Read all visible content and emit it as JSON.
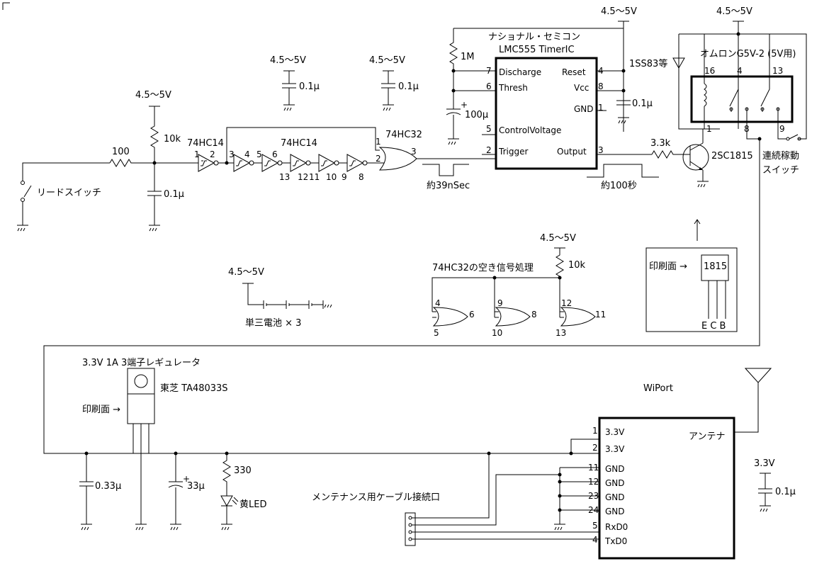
{
  "supply": {
    "v45": "4.5～5V",
    "v33": "3.3V"
  },
  "input": {
    "reed_switch": "リードスイッチ",
    "r_series": "100",
    "r_pullup": "10k",
    "cap": "0.1μ"
  },
  "logic": {
    "hc14_a": "74HC14",
    "hc14_b": "74HC14",
    "hc32": "74HC32",
    "pins": [
      "1",
      "2",
      "3",
      "4",
      "5",
      "6",
      "13",
      "12",
      "11",
      "10",
      "9",
      "8"
    ],
    "hc32_pins": [
      "1",
      "2",
      "3"
    ]
  },
  "bypass": {
    "cap1": "0.1μ",
    "cap2": "0.1μ",
    "cap3": "0.1μ",
    "cap_wiport": "0.1μ"
  },
  "timer": {
    "maker": "ナショナル・セミコン",
    "part": "LMC555 TimerIC",
    "pins_left": [
      {
        "num": "7",
        "name": "Discharge"
      },
      {
        "num": "6",
        "name": "Thresh"
      },
      {
        "num": "5",
        "name": "ControlVoltage"
      },
      {
        "num": "2",
        "name": "Trigger"
      }
    ],
    "pins_right": [
      {
        "num": "4",
        "name": "Reset"
      },
      {
        "num": "8",
        "name": "Vcc"
      },
      {
        "num": "1",
        "name": "GND"
      },
      {
        "num": "3",
        "name": "Output"
      }
    ],
    "r_timing": "1M",
    "c_timing": "100μ",
    "pulse_in": "約39nSec",
    "pulse_out": "約100秒"
  },
  "relay": {
    "diode": "1SS83等",
    "name": "オムロンG5V-2 (5V用)",
    "pins": [
      "16",
      "4",
      "13",
      "1",
      "8",
      "9"
    ],
    "r_base": "3.3k",
    "transistor": "2SC1815",
    "switch_label_1": "連続稼動",
    "switch_label_2": "スイッチ"
  },
  "pinout": {
    "face_label": "印刷面 →",
    "part": "1815",
    "legs": "E C B"
  },
  "unused": {
    "title": "74HC32の空き信号処理",
    "resistor": "10k",
    "gates": [
      {
        "a": "4",
        "b": "5",
        "o": "6"
      },
      {
        "a": "9",
        "b": "10",
        "o": "8"
      },
      {
        "a": "12",
        "b": "13",
        "o": "11"
      }
    ]
  },
  "battery": {
    "label": "単三電池 × 3"
  },
  "regulator": {
    "title": "3.3V 1A 3端子レギュレータ",
    "part": "東芝 TA48033S",
    "face_label": "印刷面 →",
    "c_in": "0.33μ",
    "c_out": "33μ",
    "r_led": "330",
    "led": "黄LED"
  },
  "wiport": {
    "name": "WiPort",
    "antenna": "アンテナ",
    "pins": [
      {
        "num": "1",
        "name": "3.3V"
      },
      {
        "num": "2",
        "name": "3.3V"
      },
      {
        "num": "11",
        "name": "GND"
      },
      {
        "num": "12",
        "name": "GND"
      },
      {
        "num": "23",
        "name": "GND"
      },
      {
        "num": "24",
        "name": "GND"
      },
      {
        "num": "5",
        "name": "RxD0"
      },
      {
        "num": "4",
        "name": "TxD0"
      }
    ],
    "cable": "メンテナンス用ケーブル接続口"
  }
}
